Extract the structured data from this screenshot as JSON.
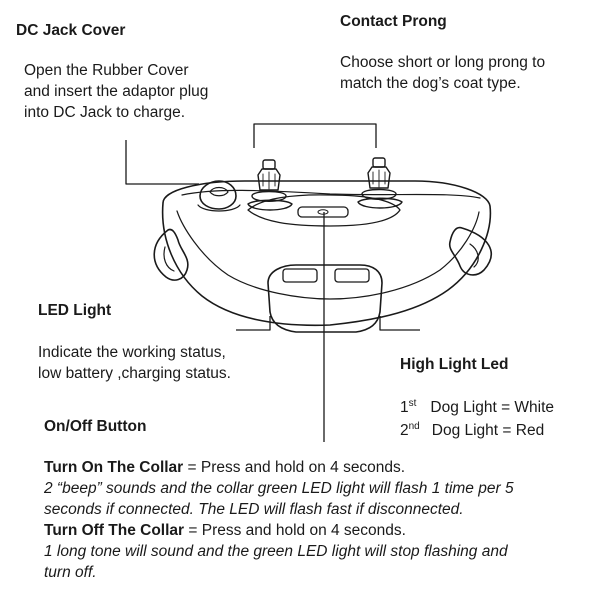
{
  "dc_jack": {
    "title": "DC Jack Cover",
    "lines": [
      "Open the Rubber Cover",
      "and insert the adaptor plug",
      "into DC Jack to charge."
    ]
  },
  "contact_prong": {
    "title": "Contact Prong",
    "lines": [
      "Choose short or long prong to",
      "match the dog’s coat type."
    ]
  },
  "led_light": {
    "title": "LED Light",
    "lines": [
      "Indicate the working status,",
      "low battery ,charging status."
    ]
  },
  "high_light": {
    "title": "High Light Led",
    "row1": {
      "num": "1",
      "suffix": "st",
      "label": "Dog Light = White"
    },
    "row2": {
      "num": "2",
      "suffix": "nd",
      "label": "Dog Light = Red"
    }
  },
  "onoff": {
    "title": "On/Off Button",
    "on_label": "Turn On The Collar",
    "on_text": " = Press and hold on 4 seconds.",
    "on_detail": [
      "2 “beep” sounds and the collar green LED light will flash 1 time per 5",
      "seconds if connected. The LED will flash fast if disconnected."
    ],
    "off_label": "Turn Off The Collar",
    "off_text": " = Press and hold on 4 seconds.",
    "off_detail": [
      "1 long tone will sound and the green LED light will stop flashing and",
      "turn off."
    ]
  }
}
